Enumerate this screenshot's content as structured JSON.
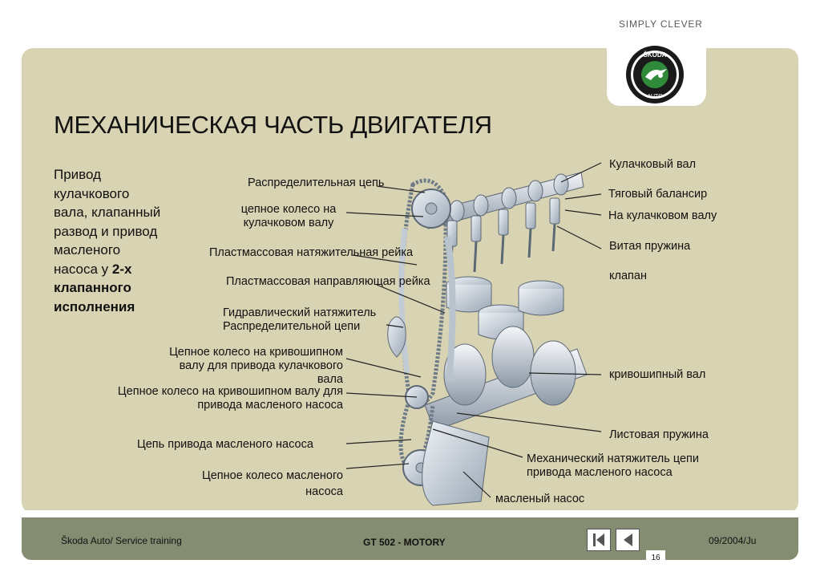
{
  "brand": {
    "slogan": "SIMPLY CLEVER",
    "logo_text": "ŠKODA AUTO"
  },
  "title": "МЕХАНИЧЕСКАЯ ЧАСТЬ ДВИГАТЕЛЯ",
  "intro": {
    "lines": [
      "Привод",
      "кулачкового",
      "вала, клапанный",
      "развод и привод",
      "масленого"
    ],
    "line6_prefix": "насоса у ",
    "bold_1": "2-х",
    "bold_2": "клапанного",
    "bold_3": "исполнения"
  },
  "labels": {
    "timing_chain": "Распределительная цепь",
    "cam_sprocket_1": "цепное колесо на",
    "cam_sprocket_2": "кулачковом валу",
    "plastic_tensioner": "Пластмассовая натяжительная рейка",
    "plastic_guide": "Пластмассовая направляющая рейка",
    "hydraulic_tensioner_1": "Гидравлический натяжитель",
    "hydraulic_tensioner_2": "Распределительной цепи",
    "crank_sprocket_cam_1": "Цепное колесо на кривошипном",
    "crank_sprocket_cam_2": "валу для привода кулачкового",
    "crank_sprocket_cam_3": "вала",
    "crank_sprocket_oil_1": "Цепное колесо на кривошипном валу для",
    "crank_sprocket_oil_2": "привода масленого насоса",
    "oil_pump_chain": "Цепь привода масленого насоса",
    "oil_pump_sprocket_1": "Цепное колесо масленого",
    "oil_pump_sprocket_2": "насоса",
    "camshaft": "Кулачковый вал",
    "rocker": "Тяговый балансир",
    "on_camshaft": "На кулачковом валу",
    "coil_spring": "Витая пружина",
    "valve": "клапан",
    "crankshaft": "кривошипный вал",
    "leaf_spring": "Листовая пружина",
    "mech_tensioner_1": "Механический натяжитель цепи",
    "mech_tensioner_2": "привода масленого насоса",
    "oil_pump": "масленый насос"
  },
  "footer": {
    "left": "Škoda Auto/ Service training",
    "center": "GT 502 - MOTORY",
    "right": "09/2004/Ju",
    "page": "16"
  },
  "colors": {
    "panel": "#d8d3b2",
    "footer": "#848d72",
    "logo_green": "#2f8a3a",
    "engine_metal": "#c9d3de"
  }
}
